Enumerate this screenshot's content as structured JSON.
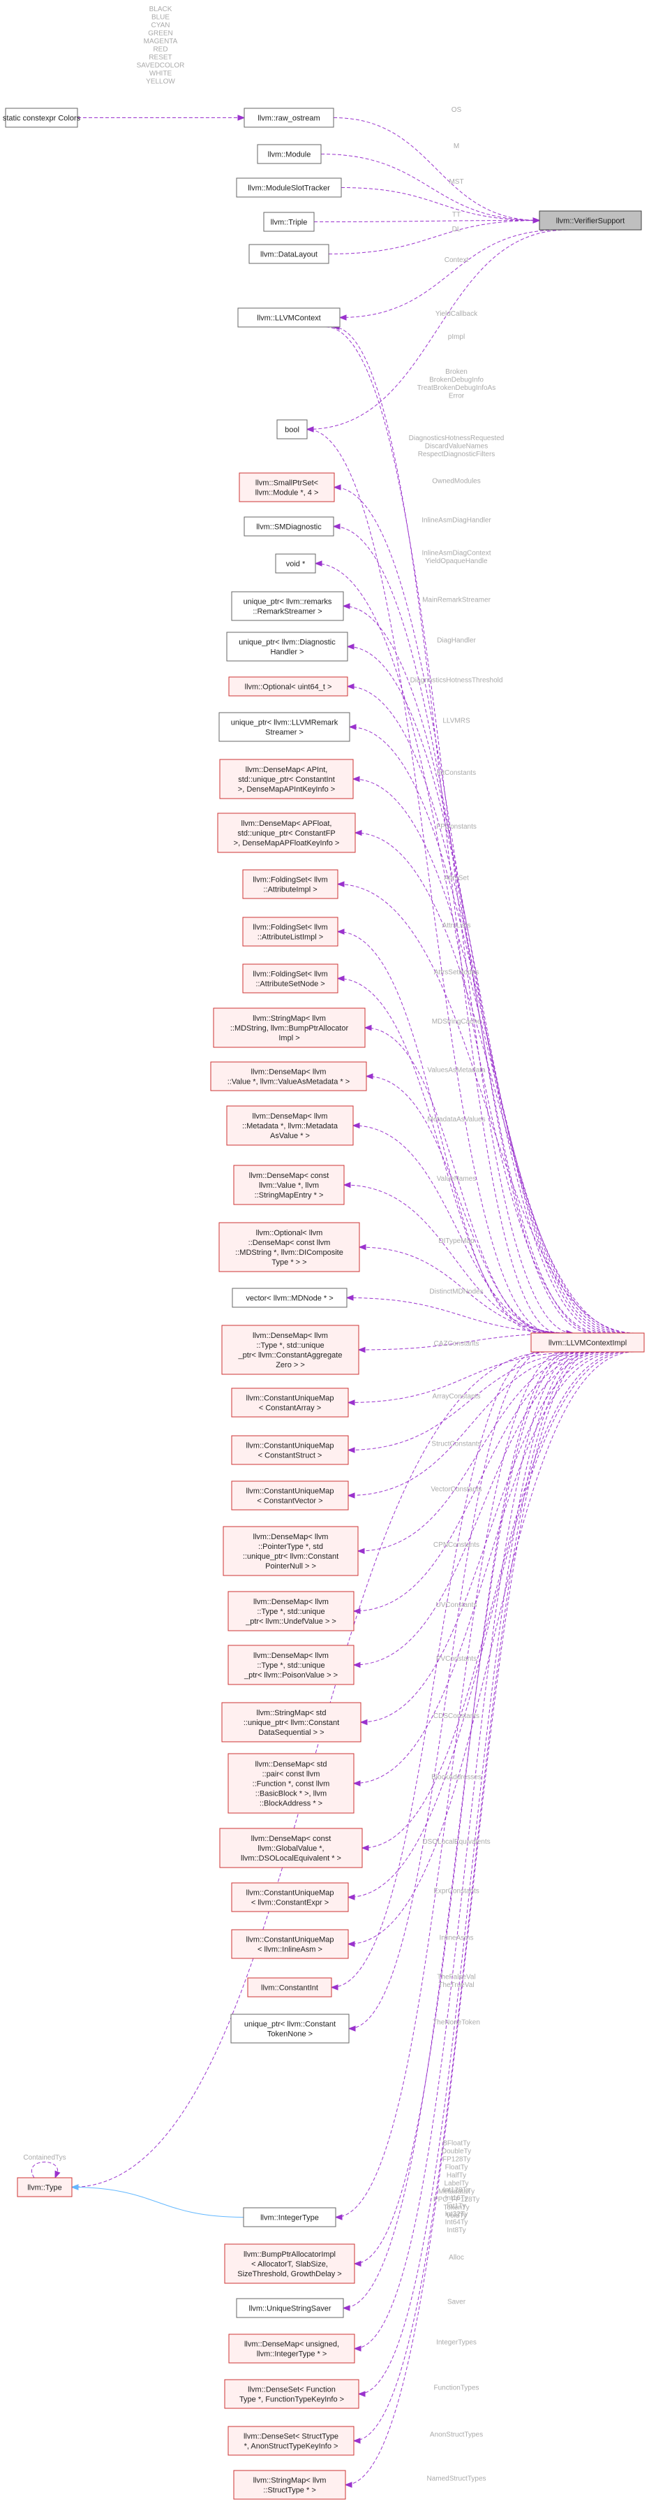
{
  "nodes": [
    {
      "id": "colors",
      "lines": [
        "static constexpr Colors"
      ],
      "style": "white"
    },
    {
      "id": "raw_ostream",
      "lines": [
        "llvm::raw_ostream"
      ],
      "style": "white"
    },
    {
      "id": "module",
      "lines": [
        "llvm::Module"
      ],
      "style": "white"
    },
    {
      "id": "mst",
      "lines": [
        "llvm::ModuleSlotTracker"
      ],
      "style": "white"
    },
    {
      "id": "triple",
      "lines": [
        "llvm::Triple"
      ],
      "style": "white"
    },
    {
      "id": "datalayout",
      "lines": [
        "llvm::DataLayout"
      ],
      "style": "white"
    },
    {
      "id": "verifier",
      "lines": [
        "llvm::VerifierSupport"
      ],
      "style": "gray"
    },
    {
      "id": "llvmcontext",
      "lines": [
        "llvm::LLVMContext"
      ],
      "style": "white"
    },
    {
      "id": "bool",
      "lines": [
        "bool"
      ],
      "style": "white"
    },
    {
      "id": "smallptrset",
      "lines": [
        "llvm::SmallPtrSet<",
        "llvm::Module *, 4 >"
      ],
      "style": "red"
    },
    {
      "id": "smdiag",
      "lines": [
        "llvm::SMDiagnostic"
      ],
      "style": "white"
    },
    {
      "id": "voidp",
      "lines": [
        "void *"
      ],
      "style": "white"
    },
    {
      "id": "remarkstreamer",
      "lines": [
        "unique_ptr< llvm::remarks",
        "::RemarkStreamer >"
      ],
      "style": "white"
    },
    {
      "id": "diaghandler",
      "lines": [
        "unique_ptr< llvm::Diagnostic",
        "Handler >"
      ],
      "style": "white"
    },
    {
      "id": "optional_u64",
      "lines": [
        "llvm::Optional< uint64_t >"
      ],
      "style": "red"
    },
    {
      "id": "llvmremark",
      "lines": [
        "unique_ptr< llvm::LLVMRemark",
        "Streamer >"
      ],
      "style": "white"
    },
    {
      "id": "dm_apint",
      "lines": [
        "llvm::DenseMap< APInt,",
        "std::unique_ptr< ConstantInt",
        ">, DenseMapAPIntKeyInfo >"
      ],
      "style": "red"
    },
    {
      "id": "dm_apfloat",
      "lines": [
        "llvm::DenseMap< APFloat,",
        "std::unique_ptr< ConstantFP",
        ">, DenseMapAPFloatKeyInfo >"
      ],
      "style": "red"
    },
    {
      "id": "fs_attr",
      "lines": [
        "llvm::FoldingSet< llvm",
        "::AttributeImpl >"
      ],
      "style": "red"
    },
    {
      "id": "fs_attrlist",
      "lines": [
        "llvm::FoldingSet< llvm",
        "::AttributeListImpl >"
      ],
      "style": "red"
    },
    {
      "id": "fs_attrset",
      "lines": [
        "llvm::FoldingSet< llvm",
        "::AttributeSetNode >"
      ],
      "style": "red"
    },
    {
      "id": "sm_mdstring",
      "lines": [
        "llvm::StringMap< llvm",
        "::MDString, llvm::BumpPtrAllocator",
        "Impl >"
      ],
      "style": "red"
    },
    {
      "id": "dm_valmeta",
      "lines": [
        "llvm::DenseMap< llvm",
        "::Value *, llvm::ValueAsMetadata * >"
      ],
      "style": "red"
    },
    {
      "id": "dm_metaval",
      "lines": [
        "llvm::DenseMap< llvm",
        "::Metadata *, llvm::Metadata",
        "AsValue * >"
      ],
      "style": "red"
    },
    {
      "id": "dm_valuenames",
      "lines": [
        "llvm::DenseMap< const",
        "llvm::Value *, llvm",
        "::StringMapEntry * >"
      ],
      "style": "red"
    },
    {
      "id": "opt_ditype",
      "lines": [
        "llvm::Optional< llvm",
        "::DenseMap< const llvm",
        "::MDString *, llvm::DIComposite",
        "Type * > >"
      ],
      "style": "red"
    },
    {
      "id": "vec_mdnode",
      "lines": [
        "vector< llvm::MDNode * >"
      ],
      "style": "white"
    },
    {
      "id": "dm_caz",
      "lines": [
        "llvm::DenseMap< llvm",
        "::Type *, std::unique",
        "_ptr< llvm::ConstantAggregate",
        "Zero > >"
      ],
      "style": "red"
    },
    {
      "id": "cum_array",
      "lines": [
        "llvm::ConstantUniqueMap",
        "< ConstantArray >"
      ],
      "style": "red"
    },
    {
      "id": "cum_struct",
      "lines": [
        "llvm::ConstantUniqueMap",
        "< ConstantStruct >"
      ],
      "style": "red"
    },
    {
      "id": "cum_vector",
      "lines": [
        "llvm::ConstantUniqueMap",
        "< ConstantVector >"
      ],
      "style": "red"
    },
    {
      "id": "dm_cpn",
      "lines": [
        "llvm::DenseMap< llvm",
        "::PointerType *, std",
        "::unique_ptr< llvm::Constant",
        "PointerNull > >"
      ],
      "style": "red"
    },
    {
      "id": "dm_uv",
      "lines": [
        "llvm::DenseMap< llvm",
        "::Type *, std::unique",
        "_ptr< llvm::UndefValue > >"
      ],
      "style": "red"
    },
    {
      "id": "dm_pv",
      "lines": [
        "llvm::DenseMap< llvm",
        "::Type *, std::unique",
        "_ptr< llvm::PoisonValue > >"
      ],
      "style": "red"
    },
    {
      "id": "sm_cds",
      "lines": [
        "llvm::StringMap< std",
        "::unique_ptr< llvm::Constant",
        "DataSequential > >"
      ],
      "style": "red"
    },
    {
      "id": "dm_blockaddr",
      "lines": [
        "llvm::DenseMap< std",
        "::pair< const llvm",
        "::Function *, const llvm",
        "::BasicBlock * >, llvm",
        "::BlockAddress * >"
      ],
      "style": "red"
    },
    {
      "id": "dm_dsolocal",
      "lines": [
        "llvm::DenseMap< const",
        "llvm::GlobalValue *,",
        "llvm::DSOLocalEquivalent * >"
      ],
      "style": "red"
    },
    {
      "id": "cum_expr",
      "lines": [
        "llvm::ConstantUniqueMap",
        "< llvm::ConstantExpr >"
      ],
      "style": "red"
    },
    {
      "id": "cum_inlineasm",
      "lines": [
        "llvm::ConstantUniqueMap",
        "< llvm::InlineAsm >"
      ],
      "style": "red"
    },
    {
      "id": "constantint",
      "lines": [
        "llvm::ConstantInt"
      ],
      "style": "red"
    },
    {
      "id": "tokennone",
      "lines": [
        "unique_ptr< llvm::Constant",
        "TokenNone >"
      ],
      "style": "white"
    },
    {
      "id": "type",
      "lines": [
        "llvm::Type"
      ],
      "style": "red"
    },
    {
      "id": "integertype",
      "lines": [
        "llvm::IntegerType"
      ],
      "style": "white"
    },
    {
      "id": "bumpptr",
      "lines": [
        "llvm::BumpPtrAllocatorImpl",
        "< AllocatorT, SlabSize,",
        "SizeThreshold, GrowthDelay >"
      ],
      "style": "red"
    },
    {
      "id": "uniquestring",
      "lines": [
        "llvm::UniqueStringSaver"
      ],
      "style": "white"
    },
    {
      "id": "dm_inttypes",
      "lines": [
        "llvm::DenseMap< unsigned,",
        "llvm::IntegerType * >"
      ],
      "style": "red"
    },
    {
      "id": "ds_functypes",
      "lines": [
        "llvm::DenseSet< Function",
        "Type *, FunctionTypeKeyInfo >"
      ],
      "style": "red"
    },
    {
      "id": "ds_anonstruct",
      "lines": [
        "llvm::DenseSet< StructType",
        "*, AnonStructTypeKeyInfo >"
      ],
      "style": "red"
    },
    {
      "id": "sm_namedstruct",
      "lines": [
        "llvm::StringMap< llvm",
        "::StructType * >"
      ],
      "style": "red"
    },
    {
      "id": "ctximpl",
      "lines": [
        "llvm::LLVMContextImpl"
      ],
      "style": "red"
    }
  ],
  "edges": [
    {
      "from": "colors",
      "to": "raw_ostream",
      "labels": [
        "BLACK",
        "BLUE",
        "CYAN",
        "GREEN",
        "MAGENTA",
        "RED",
        "RESET",
        "SAVEDCOLOR",
        "WHITE",
        "YELLOW"
      ]
    },
    {
      "from": "raw_ostream",
      "to": "verifier",
      "labels": [
        "OS"
      ]
    },
    {
      "from": "module",
      "to": "verifier",
      "labels": [
        "M"
      ]
    },
    {
      "from": "mst",
      "to": "verifier",
      "labels": [
        "MST"
      ]
    },
    {
      "from": "triple",
      "to": "verifier",
      "labels": [
        "TT"
      ]
    },
    {
      "from": "datalayout",
      "to": "verifier",
      "labels": [
        "DL"
      ]
    },
    {
      "from": "verifier",
      "to": "llvmcontext",
      "labels": [
        "Context"
      ]
    },
    {
      "from": "ctximpl",
      "to": "llvmcontext",
      "labels": [
        "pImpl"
      ]
    },
    {
      "from": "llvmcontext",
      "to": "ctximpl",
      "labels": [
        "YieldCallback"
      ]
    },
    {
      "from": "verifier",
      "to": "bool",
      "labels": [
        "Broken",
        "BrokenDebugInfo",
        "TreatBrokenDebugInfoAs",
        "Error"
      ]
    },
    {
      "from": "ctximpl",
      "to": "bool",
      "labels": [
        "DiagnosticsHotnessRequested",
        "DiscardValueNames",
        "RespectDiagnosticFilters"
      ]
    },
    {
      "from": "ctximpl",
      "to": "smallptrset",
      "labels": [
        "OwnedModules"
      ]
    },
    {
      "from": "ctximpl",
      "to": "smdiag",
      "labels": [
        "InlineAsmDiagHandler"
      ]
    },
    {
      "from": "ctximpl",
      "to": "voidp",
      "labels": [
        "InlineAsmDiagContext",
        "YieldOpaqueHandle"
      ]
    },
    {
      "from": "ctximpl",
      "to": "remarkstreamer",
      "labels": [
        "MainRemarkStreamer"
      ]
    },
    {
      "from": "ctximpl",
      "to": "diaghandler",
      "labels": [
        "DiagHandler"
      ]
    },
    {
      "from": "ctximpl",
      "to": "optional_u64",
      "labels": [
        "DiagnosticsHotnessThreshold"
      ]
    },
    {
      "from": "ctximpl",
      "to": "llvmremark",
      "labels": [
        "LLVMRS"
      ]
    },
    {
      "from": "ctximpl",
      "to": "dm_apint",
      "labels": [
        "IntConstants"
      ]
    },
    {
      "from": "ctximpl",
      "to": "dm_apfloat",
      "labels": [
        "FPConstants"
      ]
    },
    {
      "from": "ctximpl",
      "to": "fs_attr",
      "labels": [
        "AttrsSet"
      ]
    },
    {
      "from": "ctximpl",
      "to": "fs_attrlist",
      "labels": [
        "AttrsLists"
      ]
    },
    {
      "from": "ctximpl",
      "to": "fs_attrset",
      "labels": [
        "AttrsSetNodes"
      ]
    },
    {
      "from": "ctximpl",
      "to": "sm_mdstring",
      "labels": [
        "MDStringCache"
      ]
    },
    {
      "from": "ctximpl",
      "to": "dm_valmeta",
      "labels": [
        "ValuesAsMetadata"
      ]
    },
    {
      "from": "ctximpl",
      "to": "dm_metaval",
      "labels": [
        "MetadataAsValues"
      ]
    },
    {
      "from": "ctximpl",
      "to": "dm_valuenames",
      "labels": [
        "ValueNames"
      ]
    },
    {
      "from": "ctximpl",
      "to": "opt_ditype",
      "labels": [
        "DITypeMap"
      ]
    },
    {
      "from": "ctximpl",
      "to": "vec_mdnode",
      "labels": [
        "DistinctMDNodes"
      ]
    },
    {
      "from": "ctximpl",
      "to": "dm_caz",
      "labels": [
        "CAZConstants"
      ]
    },
    {
      "from": "ctximpl",
      "to": "cum_array",
      "labels": [
        "ArrayConstants"
      ]
    },
    {
      "from": "ctximpl",
      "to": "cum_struct",
      "labels": [
        "StructConstants"
      ]
    },
    {
      "from": "ctximpl",
      "to": "cum_vector",
      "labels": [
        "VectorConstants"
      ]
    },
    {
      "from": "ctximpl",
      "to": "dm_cpn",
      "labels": [
        "CPNConstants"
      ]
    },
    {
      "from": "ctximpl",
      "to": "dm_uv",
      "labels": [
        "UVConstants"
      ]
    },
    {
      "from": "ctximpl",
      "to": "dm_pv",
      "labels": [
        "PVConstants"
      ]
    },
    {
      "from": "ctximpl",
      "to": "sm_cds",
      "labels": [
        "CDSConstants"
      ]
    },
    {
      "from": "ctximpl",
      "to": "dm_blockaddr",
      "labels": [
        "BlockAddresses"
      ]
    },
    {
      "from": "ctximpl",
      "to": "dm_dsolocal",
      "labels": [
        "DSOLocalEquivalents"
      ]
    },
    {
      "from": "ctximpl",
      "to": "cum_expr",
      "labels": [
        "ExprConstants"
      ]
    },
    {
      "from": "ctximpl",
      "to": "cum_inlineasm",
      "labels": [
        "InlineAsms"
      ]
    },
    {
      "from": "ctximpl",
      "to": "constantint",
      "labels": [
        "TheFalseVal",
        "TheTrueVal"
      ]
    },
    {
      "from": "ctximpl",
      "to": "tokennone",
      "labels": [
        "TheNoneToken"
      ]
    },
    {
      "from": "ctximpl",
      "to": "type",
      "labels": [
        "BFloatTy",
        "DoubleTy",
        "FP128Ty",
        "FloatTy",
        "HalfTy",
        "LabelTy",
        "MetadataTy",
        "PPC_FP128Ty",
        "TokenTy",
        "VoidTy"
      ]
    },
    {
      "from": "type",
      "to": "type",
      "labels": [
        "ContainedTys"
      ]
    },
    {
      "from": "integertype",
      "to": "type",
      "labels": [],
      "kind": "inherit"
    },
    {
      "from": "ctximpl",
      "to": "integertype",
      "labels": [
        "Int128Ty",
        "Int16Ty",
        "Int1Ty",
        "Int32Ty",
        "Int64Ty",
        "Int8Ty"
      ]
    },
    {
      "from": "ctximpl",
      "to": "bumpptr",
      "labels": [
        "Alloc"
      ]
    },
    {
      "from": "ctximpl",
      "to": "uniquestring",
      "labels": [
        "Saver"
      ]
    },
    {
      "from": "ctximpl",
      "to": "dm_inttypes",
      "labels": [
        "IntegerTypes"
      ]
    },
    {
      "from": "ctximpl",
      "to": "ds_functypes",
      "labels": [
        "FunctionTypes"
      ]
    },
    {
      "from": "ctximpl",
      "to": "ds_anonstruct",
      "labels": [
        "AnonStructTypes"
      ]
    },
    {
      "from": "ctximpl",
      "to": "sm_namedstruct",
      "labels": [
        "NamedStructTypes"
      ]
    }
  ]
}
